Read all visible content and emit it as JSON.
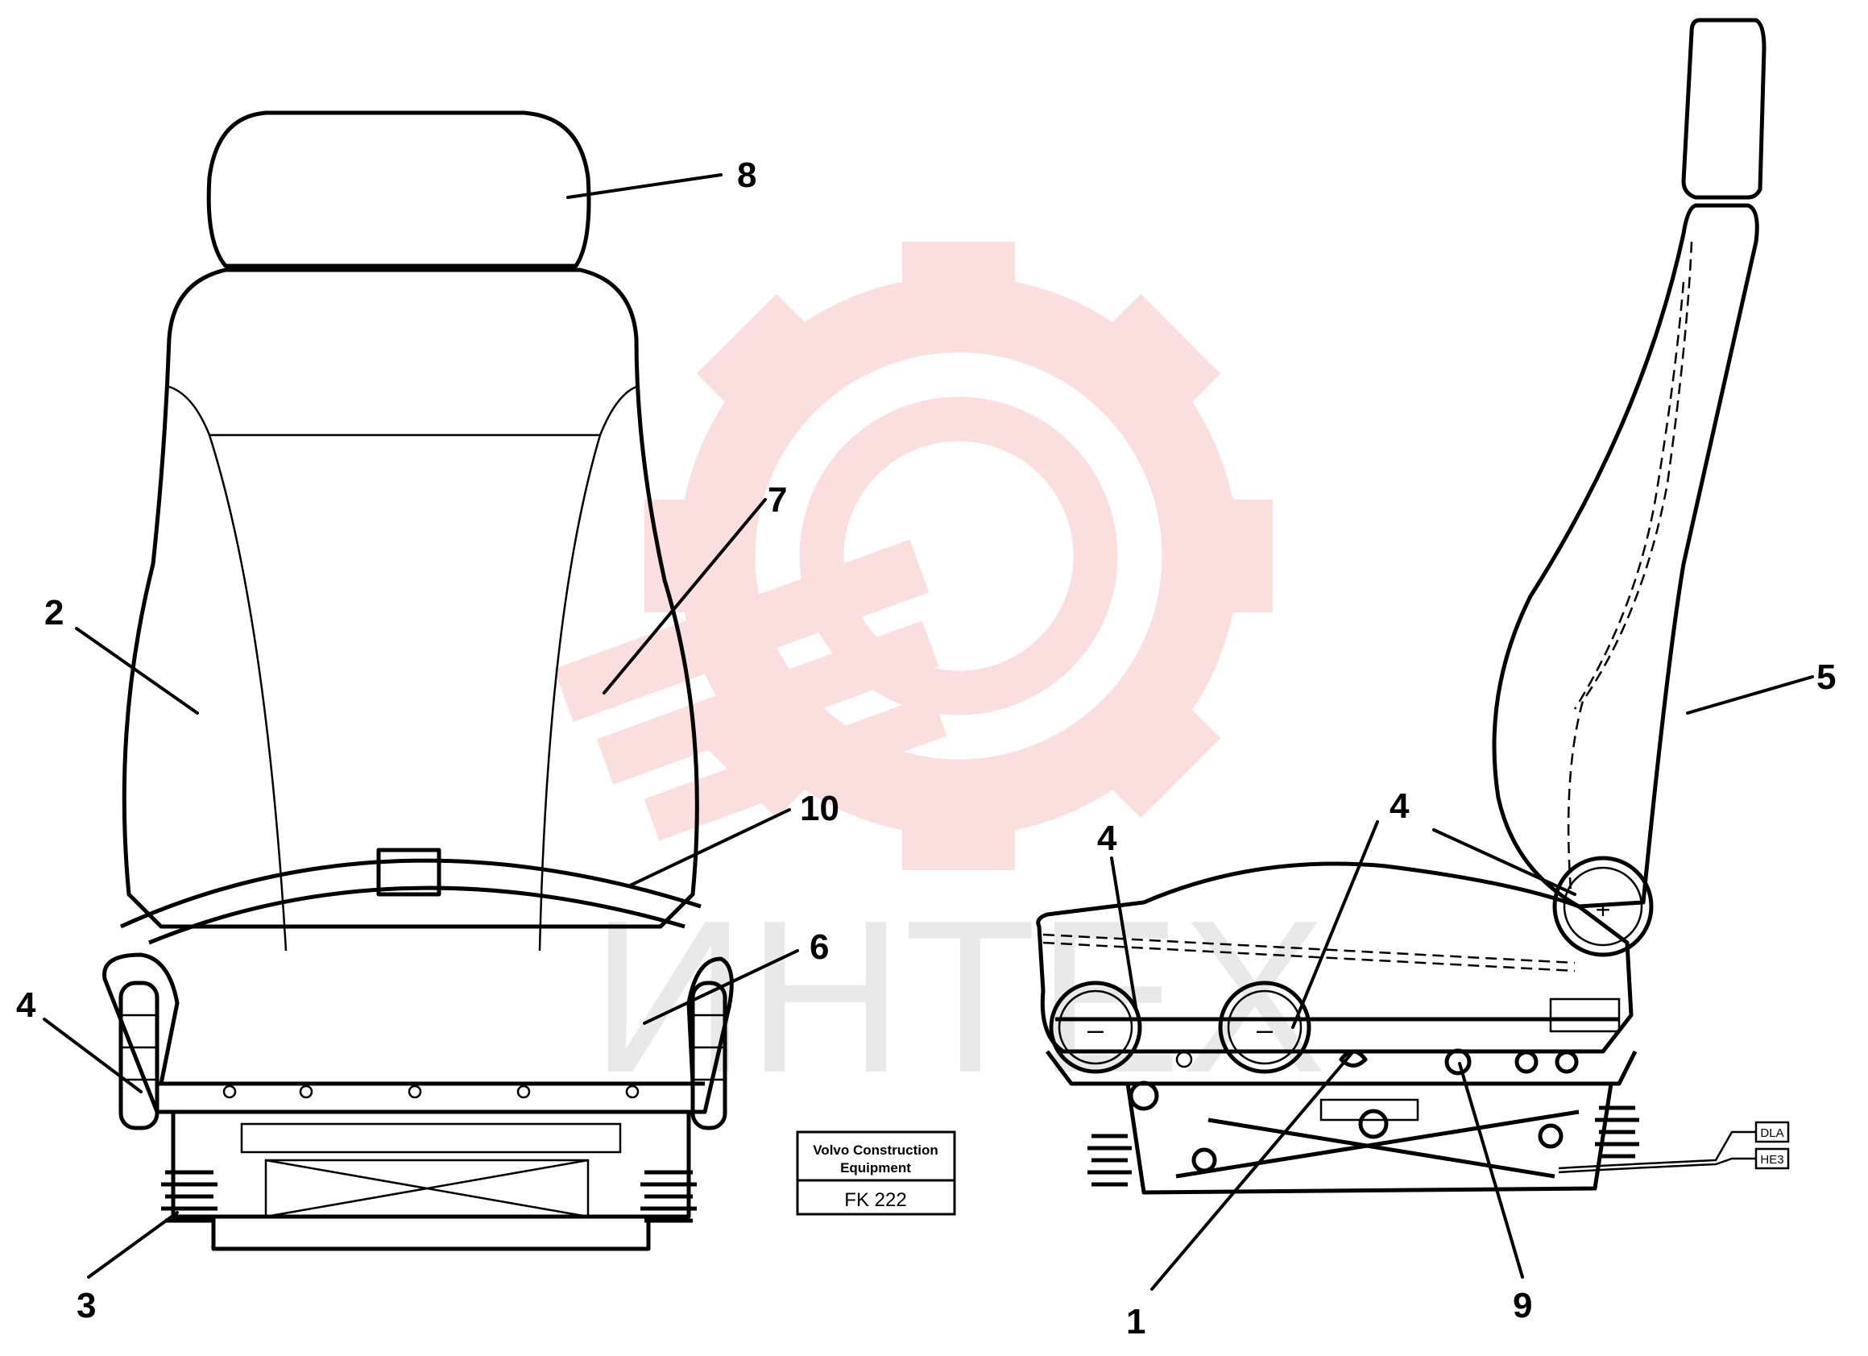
{
  "callouts": {
    "c1": "1",
    "c2": "2",
    "c3": "3",
    "c4a": "4",
    "c4b": "4",
    "c4c": "4",
    "c5": "5",
    "c6": "6",
    "c7": "7",
    "c8": "8",
    "c9": "9",
    "c10": "10"
  },
  "label_box": {
    "line1": "Volvo Construction",
    "line2": "Equipment",
    "code": "FK 222"
  },
  "knobs": {
    "plus": "+",
    "minus_a": "–",
    "minus_b": "–"
  },
  "connectors": {
    "top": "DLA",
    "bottom": "HE3"
  },
  "watermark": {
    "text": "ИНТЕХ",
    "color": "#f5b8b8"
  }
}
